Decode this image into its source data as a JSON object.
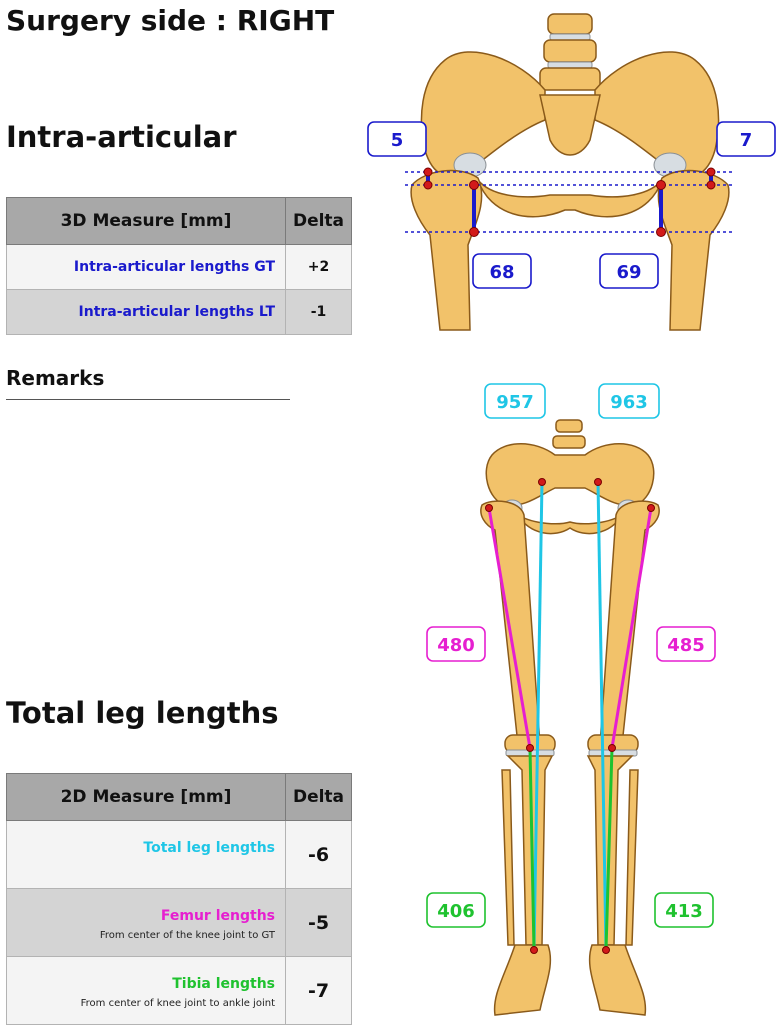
{
  "title": "Surgery side : RIGHT",
  "intra": {
    "heading": "Intra-articular",
    "table": {
      "col_measure": "3D Measure [mm]",
      "col_delta": "Delta",
      "rows": [
        {
          "label": "Intra-articular lengths GT",
          "delta": "+2"
        },
        {
          "label": "Intra-articular lengths LT",
          "delta": "-1"
        }
      ]
    },
    "values": {
      "left_gt": "5",
      "right_gt": "7",
      "left_lt": "68",
      "right_lt": "69"
    }
  },
  "remarks": "Remarks",
  "total": {
    "heading": "Total leg lengths",
    "table": {
      "col_measure": "2D Measure [mm]",
      "col_delta": "Delta",
      "rows": [
        {
          "label": "Total leg lengths",
          "sub": "",
          "delta": "-6"
        },
        {
          "label": "Femur lengths",
          "sub": "From center of the knee joint to GT",
          "delta": "-5"
        },
        {
          "label": "Tibia lengths",
          "sub": "From center of knee joint to ankle joint",
          "delta": "-7"
        }
      ]
    },
    "values": {
      "left_total": "957",
      "right_total": "963",
      "left_femur": "480",
      "right_femur": "485",
      "left_tibia": "406",
      "right_tibia": "413"
    }
  },
  "colors": {
    "bone": "#f2c26a",
    "bone_stroke": "#8a5a1a",
    "cartilage": "#d7dde2",
    "intra_blue": "#1a1acc",
    "total_cyan": "#1fc6e6",
    "femur_magenta": "#e61fd0",
    "tibia_green": "#1fc22f",
    "marker_red": "#d21a1a",
    "header_gray": "#a8a8a8"
  }
}
